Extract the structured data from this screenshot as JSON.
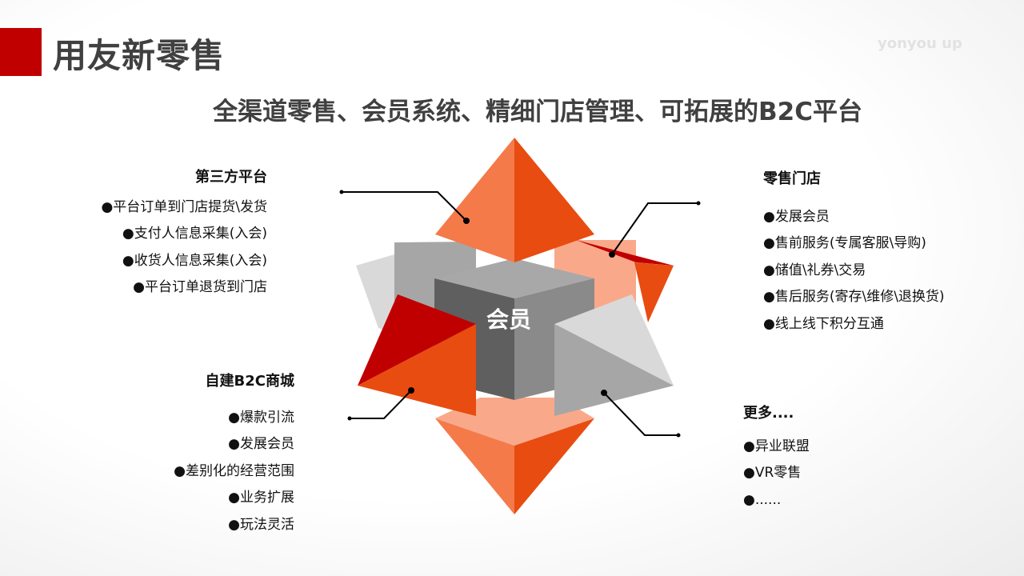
{
  "header": {
    "title": "用友新零售",
    "logo": "yonyou up",
    "subtitle": "全渠道零售、会员系统、精细门店管理、可拓展的B2C平台"
  },
  "center": {
    "label": "会员"
  },
  "groups": {
    "third_party": {
      "title": "第三方平台",
      "items": [
        "●平台订单到门店提货\\发货",
        "●支付人信息采集(入会)",
        "●收货人信息采集(入会)",
        "●平台订单退货到门店"
      ]
    },
    "retail_store": {
      "title": "零售门店",
      "items": [
        "●发展会员",
        "●售前服务(专属客服\\导购)",
        "●储值\\礼券\\交易",
        "●售后服务(寄存\\维修\\退换货)",
        "●线上线下积分互通"
      ]
    },
    "b2c_mall": {
      "title": "自建B2C商城",
      "items": [
        "●爆款引流",
        "●发展会员",
        "●差别化的经营范围",
        "●业务扩展",
        "●玩法灵活"
      ]
    },
    "more": {
      "title": "更多....",
      "items": [
        "●异业联盟",
        "●VR零售",
        "●......"
      ]
    }
  },
  "colors": {
    "accent": "#c00000",
    "orange_light": "#f47a4a",
    "orange_dark": "#e84c10",
    "peach": "#f9a98a",
    "gray_light": "#d9d9d9",
    "gray_mid": "#a6a6a6",
    "gray_dark": "#5f5f5f"
  }
}
